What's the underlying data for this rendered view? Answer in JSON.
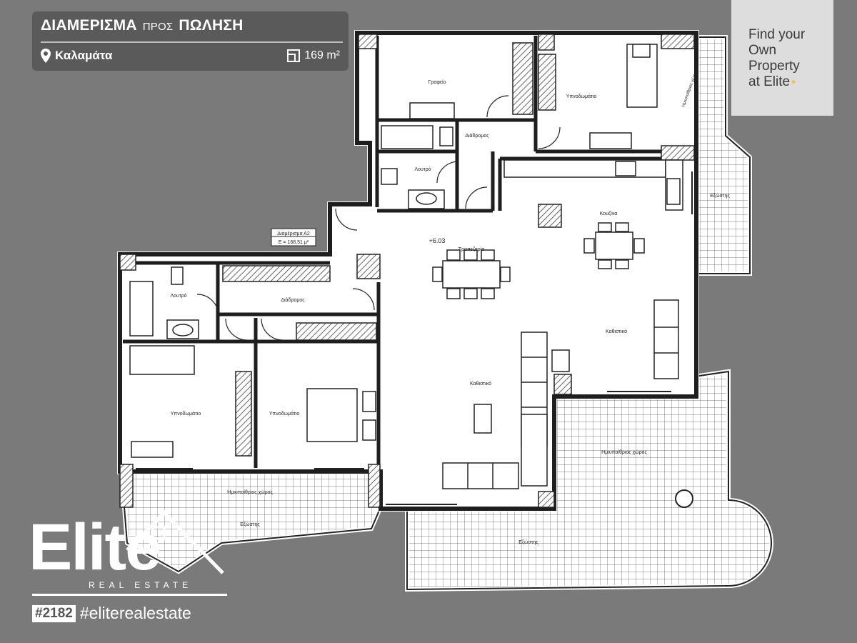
{
  "header": {
    "title_main": "ΔΙΑΜΕΡΙΣΜΑ",
    "title_mid": "ΠΡΟΣ",
    "title_end": "ΠΩΛΗΣΗ",
    "location": "Καλαμάτα",
    "area": "169 m²",
    "location_icon": "map-pin-icon",
    "area_icon": "floor-area-icon"
  },
  "promo": {
    "line1": "Find your",
    "line2": "Own",
    "line3": "Property",
    "line4": "at Elite"
  },
  "logo": {
    "word": "Elite",
    "sub": "REAL ESTATE",
    "id_tag": "#2182",
    "hashtag": "#eliterealestate"
  },
  "plan": {
    "info_line1": "Διαμέρισμα Α2",
    "info_line2": "Ε = 168,51 μ²",
    "level": "+6.03",
    "rooms": {
      "office": "Γραφείο",
      "bedroom_top": "Υπνοδωμάτιο",
      "corridor_top": "Διάδρομος",
      "bath_top": "Λουτρό",
      "kitchen": "Κουζίνα",
      "dining": "Τραπεζαρία",
      "living_center": "Καθιστικό",
      "living_right": "Καθιστικό",
      "bath_left": "Λουτρό",
      "corridor_left": "Διάδρομος",
      "bedroom_left": "Υπνοδωμάτιο",
      "bedroom_mid": "Υπνοδωμάτιο",
      "semi_left": "Ημιυπαίθριος χώρος",
      "terrace_left": "Εξώστης",
      "semi_right": "Ημιυπαίθριος χώρος",
      "terrace_bottom": "Εξώστης",
      "terrace_right": "Εξώστης",
      "semi_top_right": "Ημιυπαίθριος χώρος"
    }
  },
  "colors": {
    "background": "#7a7a7a",
    "card": "#5a5a5a",
    "plan_fill": "#ffffff",
    "wall": "#1e1e1e",
    "accent": "#f0c040"
  }
}
